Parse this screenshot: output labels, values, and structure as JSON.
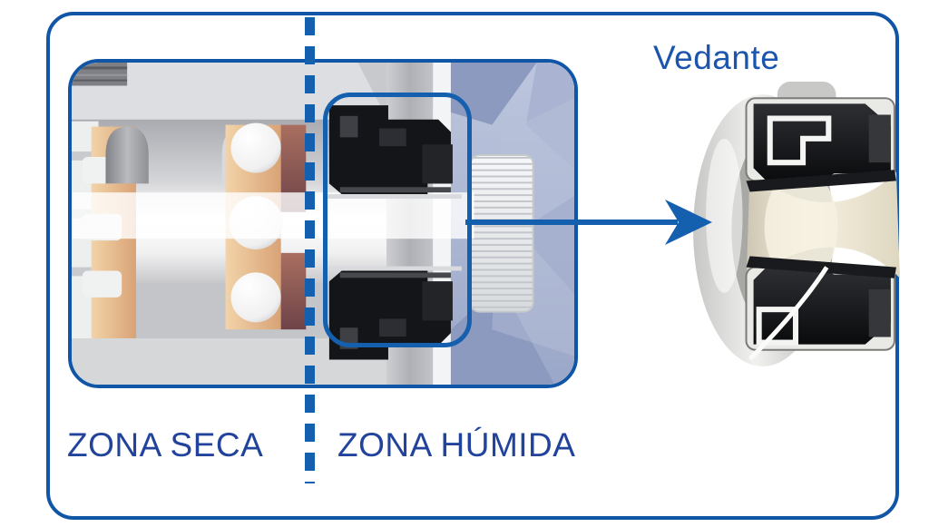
{
  "diagram": {
    "labels": {
      "vedante": "Vedante",
      "zona_seca": "ZONA SECA",
      "zona_humida": "ZONA HÚMIDA"
    },
    "colors": {
      "page_background": "#ffffff",
      "frame_blue": "#1156a6",
      "accent_blue": "#1560ae",
      "zone_label_blue": "#21439b",
      "vedante_label_blue": "#1b55ad"
    },
    "icons": {
      "arrow": "arrow-right-icon",
      "divider": "dashed-zone-divider"
    },
    "figures": {
      "cross_section": "motor-pump-cross-section",
      "seal_detail": "mechanical-seal-detail"
    }
  }
}
